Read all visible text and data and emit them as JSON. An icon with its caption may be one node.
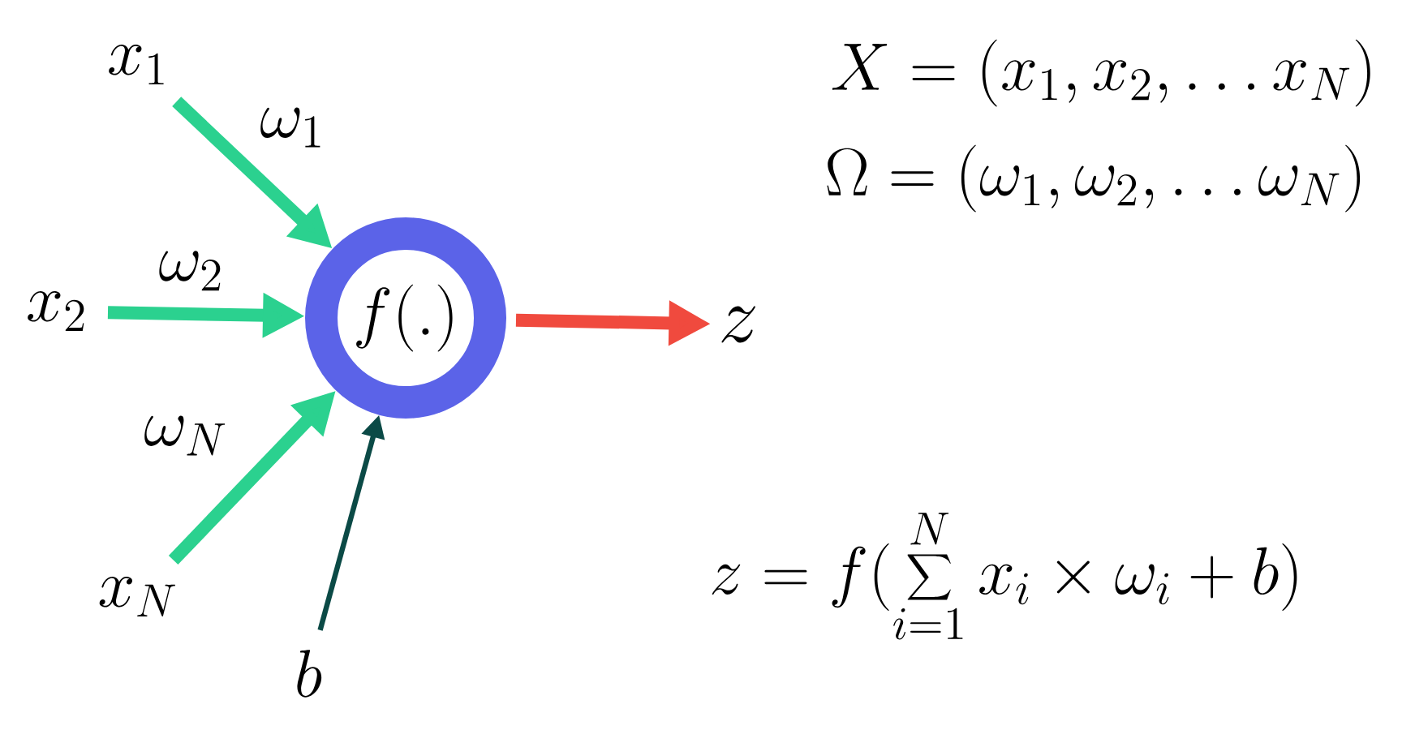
{
  "diagram": {
    "nodes": [
      {
        "text": [
          "x_1"
        ]
      },
      {
        "text": [
          "x_2"
        ]
      },
      {
        "text": [
          "x_N"
        ]
      },
      {
        "text": [
          "b"
        ]
      },
      {
        "text": [
          "f(.)"
        ]
      },
      {
        "text": [
          "z"
        ]
      }
    ],
    "edges": [
      {
        "from": 0,
        "to": 4,
        "arrow": "to",
        "label": "\\omega_1"
      },
      {
        "from": 1,
        "to": 4,
        "arrow": "to",
        "label": "\\omega_2"
      },
      {
        "from": 2,
        "to": 4,
        "arrow": "to",
        "label": "\\omega_N"
      },
      {
        "from": 3,
        "to": 4,
        "arrow": "to",
        "color": "#0b4a46"
      },
      {
        "from": 4,
        "to": 5,
        "arrow": "to",
        "color": "#f04a3e"
      }
    ],
    "labels": [
      "X = (x_1, x_2, \\ldots x_N)",
      "\\Omega = (\\omega_1, \\omega_2, \\ldots \\omega_N)",
      "z = f(\\sum_{i=1}^{N} x_i \\times \\omega_i + b)"
    ]
  }
}
